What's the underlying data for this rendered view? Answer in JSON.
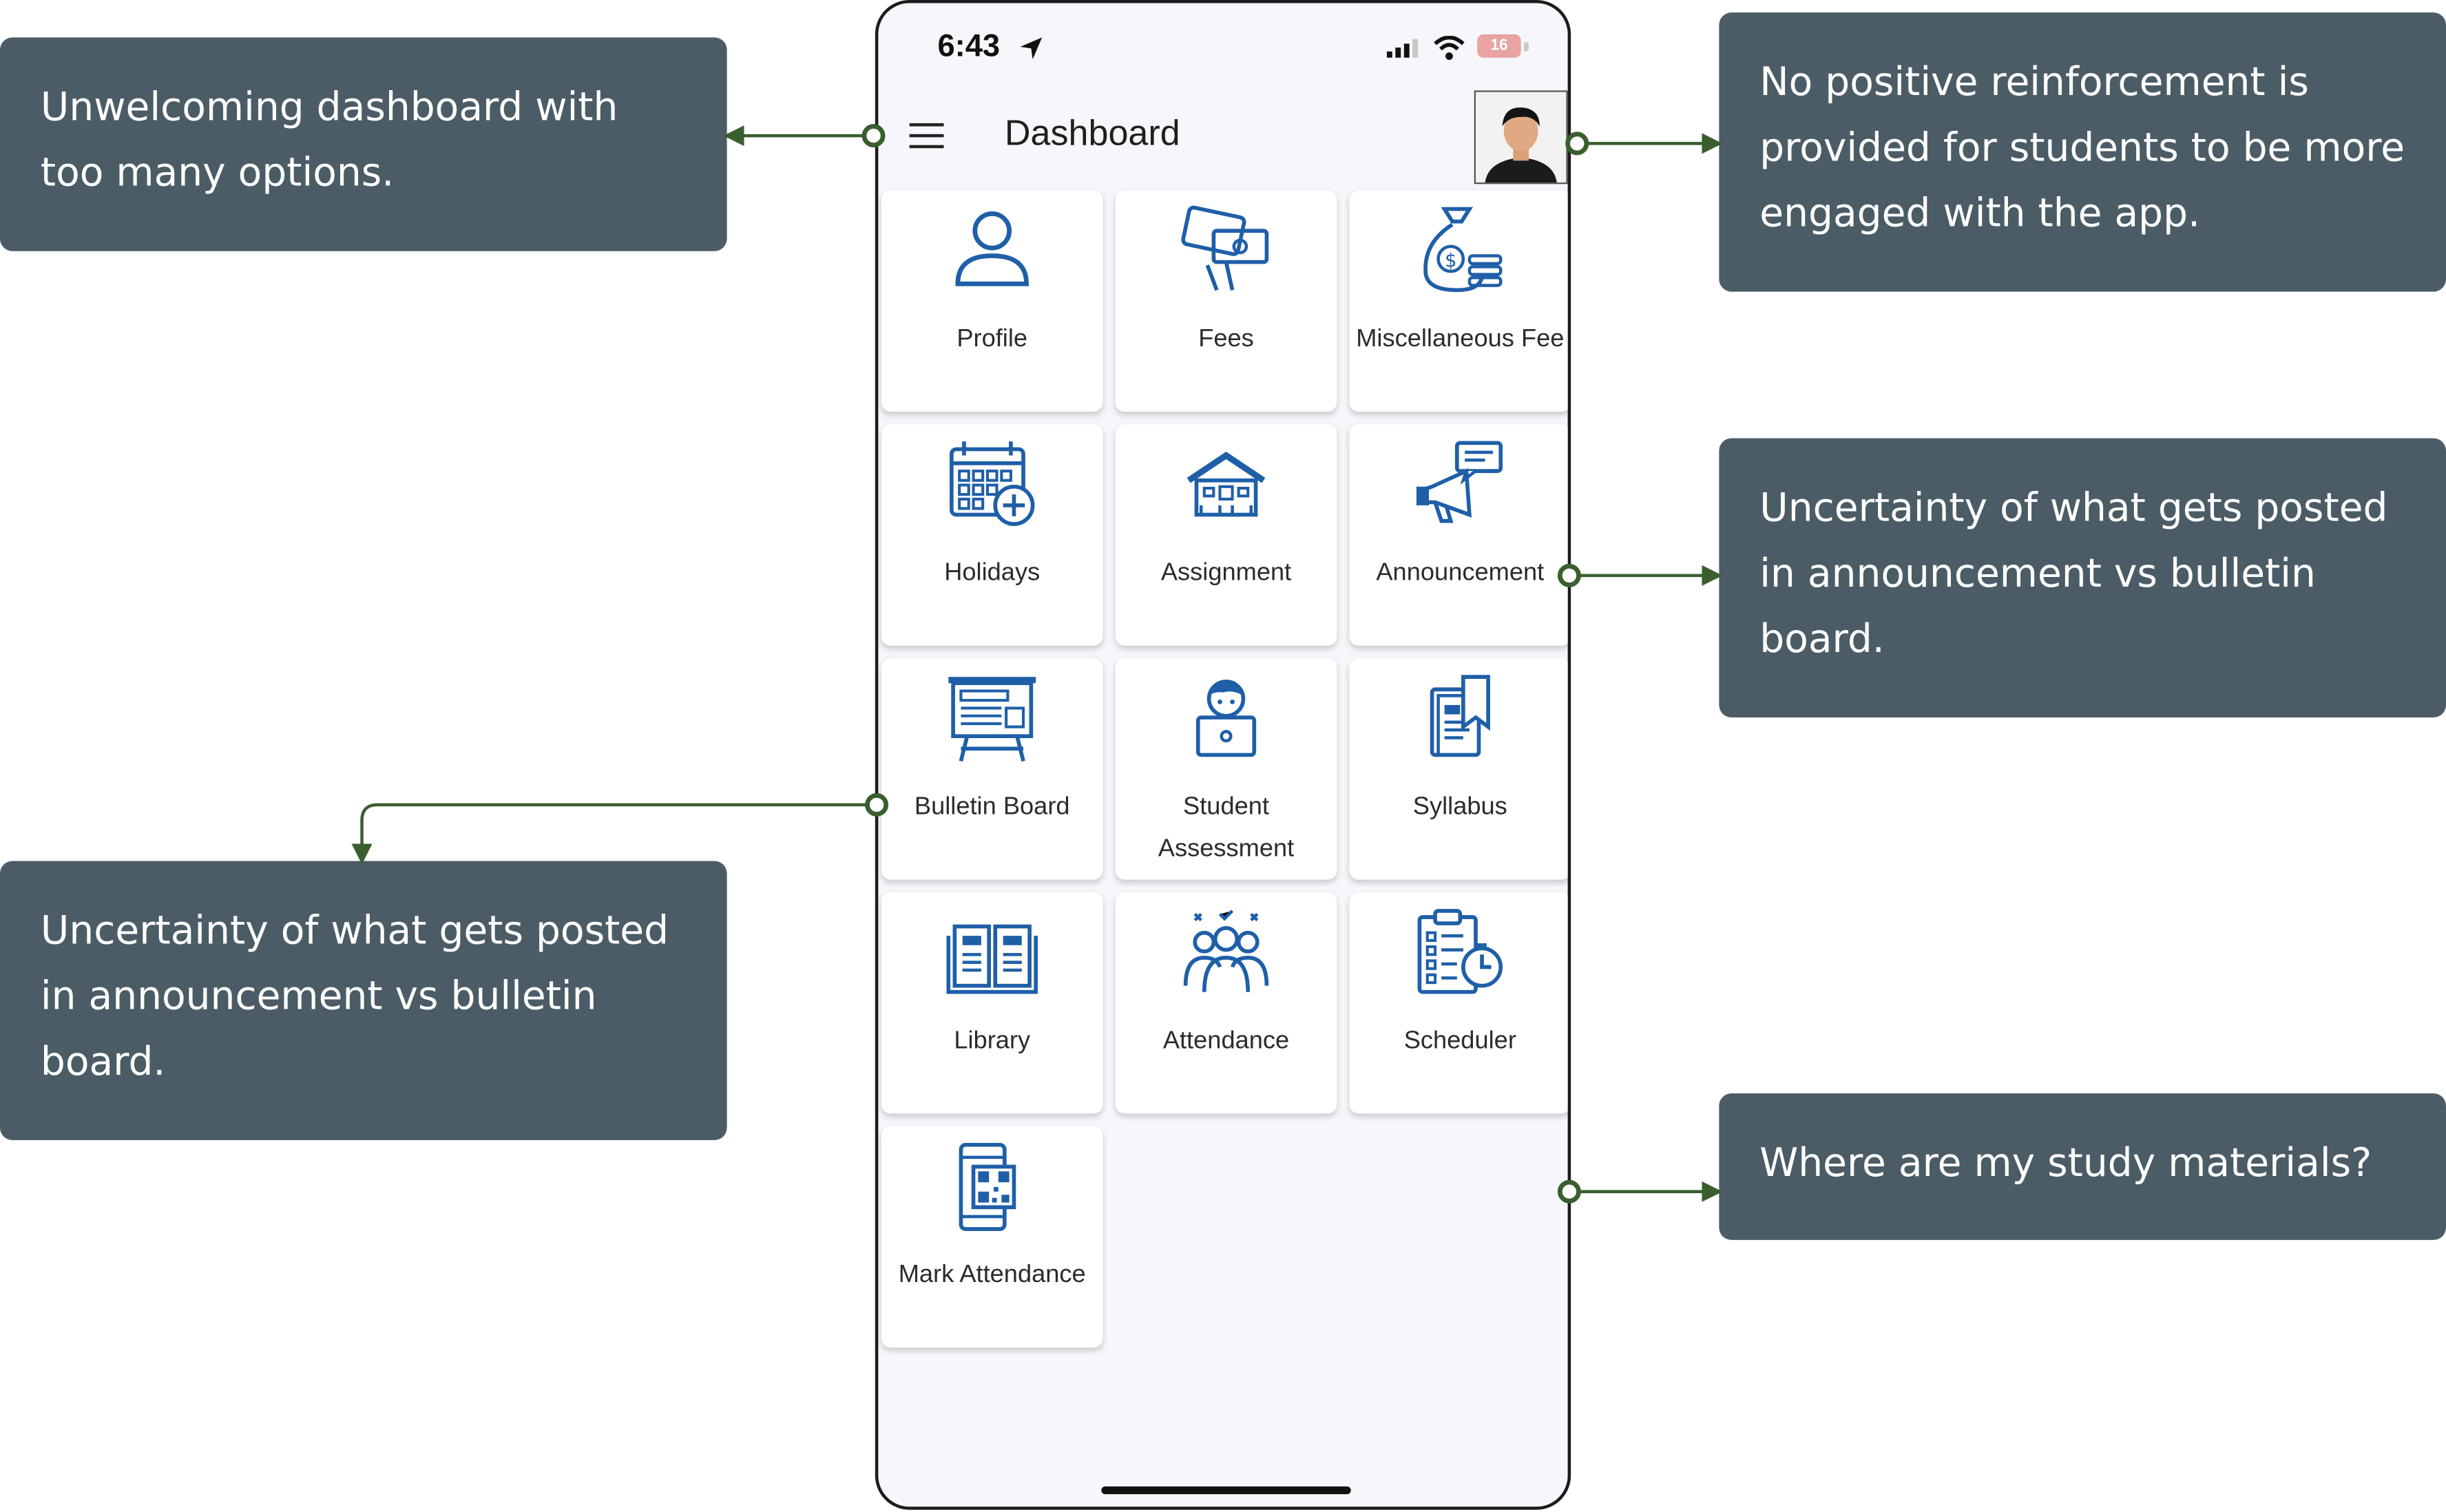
{
  "status_bar": {
    "time": "6:43",
    "battery": "16"
  },
  "header": {
    "title": "Dashboard"
  },
  "tiles": [
    {
      "label": "Profile",
      "icon": "profile-icon"
    },
    {
      "label": "Fees",
      "icon": "fees-card-icon"
    },
    {
      "label": "Miscellaneous Fee",
      "icon": "money-bag-icon"
    },
    {
      "label": "Holidays",
      "icon": "calendar-add-icon"
    },
    {
      "label": "Assignment",
      "icon": "school-building-icon"
    },
    {
      "label": "Announcement",
      "icon": "megaphone-icon"
    },
    {
      "label": "Bulletin Board",
      "icon": "notice-board-icon"
    },
    {
      "label": "Student Assessment",
      "icon": "student-laptop-icon"
    },
    {
      "label": "Syllabus",
      "icon": "book-document-icon"
    },
    {
      "label": "Library",
      "icon": "open-book-icon"
    },
    {
      "label": "Attendance",
      "icon": "group-icon"
    },
    {
      "label": "Scheduler",
      "icon": "clipboard-clock-icon"
    },
    {
      "label": "Mark Attendance",
      "icon": "phone-qr-icon"
    }
  ],
  "annotations": {
    "dashboard": "Unwelcoming dashboard with too many options.",
    "reinforcement": "No positive reinforcement is provided for students to be more engaged with the app.",
    "announcement": "Uncertainty of what gets posted in announcement vs bulletin board.",
    "bulletin": "Uncertainty of what gets posted in announcement vs bulletin board.",
    "study_materials": "Where are my study materials?"
  },
  "colors": {
    "annotation_bg": "#4b5c66",
    "connector": "#3a5e2e",
    "icon_blue": "#1f5fa8"
  }
}
